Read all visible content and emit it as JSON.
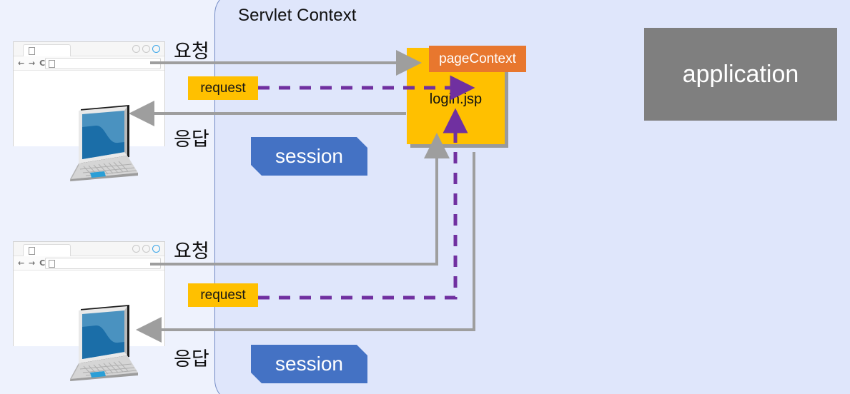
{
  "diagram": {
    "title": "Servlet Context",
    "background_color": "#eef2fd",
    "container_fill": "#dfe6fb",
    "container_border": "#7089c4"
  },
  "scopes": {
    "page_context": {
      "label": "pageContext",
      "color": "#E8772E"
    },
    "request": {
      "label": "request",
      "color": "#FFC000"
    },
    "session": {
      "label": "session",
      "color": "#4472C4"
    },
    "application": {
      "label": "application",
      "color": "#7F7F7F"
    }
  },
  "server_page": {
    "label": "login.jsp",
    "color": "#FFC000"
  },
  "clients": [
    {
      "id": "client-1",
      "request_label": "요청",
      "response_label": "응답",
      "request_scope_label": "request",
      "session_label": "session"
    },
    {
      "id": "client-2",
      "request_label": "요청",
      "response_label": "응답",
      "request_scope_label": "request",
      "session_label": "session"
    }
  ],
  "browser_chrome": {
    "nav_icons": "← → C",
    "dot_count": 3
  },
  "flows": [
    {
      "name": "request-flow-top",
      "style": "solid",
      "color": "#9e9e9e"
    },
    {
      "name": "request-scope-flow-top",
      "style": "dashed",
      "color": "#7030A0"
    },
    {
      "name": "response-flow-top",
      "style": "solid",
      "color": "#9e9e9e"
    },
    {
      "name": "request-flow-bottom",
      "style": "solid",
      "color": "#9e9e9e"
    },
    {
      "name": "request-scope-flow-bottom",
      "style": "dashed",
      "color": "#7030A0"
    },
    {
      "name": "response-flow-bottom",
      "style": "solid",
      "color": "#9e9e9e"
    },
    {
      "name": "page-context-flow",
      "style": "dashed",
      "color": "#7030A0"
    }
  ]
}
